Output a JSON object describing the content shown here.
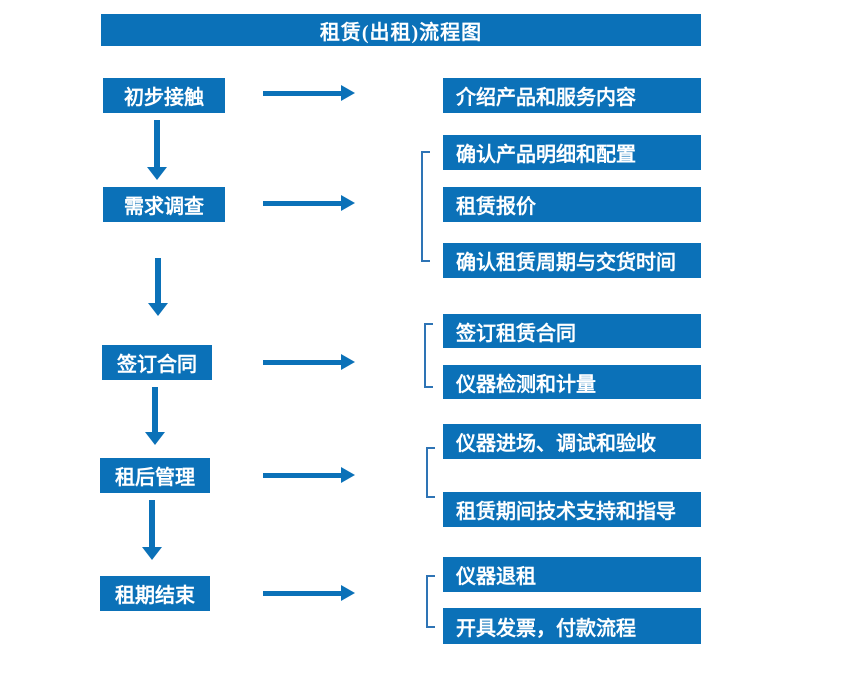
{
  "title": "租赁(出租)流程图",
  "colors": {
    "primary": "#0b71b8",
    "bracket": "#2e74b5",
    "text-on-primary": "#ffffff",
    "background": "#ffffff"
  },
  "steps": [
    {
      "label": "初步接触",
      "outputs": [
        "介绍产品和服务内容"
      ]
    },
    {
      "label": "需求调查",
      "outputs": [
        "确认产品明细和配置",
        "租赁报价",
        "确认租赁周期与交货时间"
      ]
    },
    {
      "label": "签订合同",
      "outputs": [
        "签订租赁合同",
        "仪器检测和计量"
      ]
    },
    {
      "label": "租后管理",
      "outputs": [
        "仪器进场、调试和验收",
        "租赁期间技术支持和指导"
      ]
    },
    {
      "label": "租期结束",
      "outputs": [
        "仪器退租",
        "开具发票，付款流程"
      ]
    }
  ]
}
